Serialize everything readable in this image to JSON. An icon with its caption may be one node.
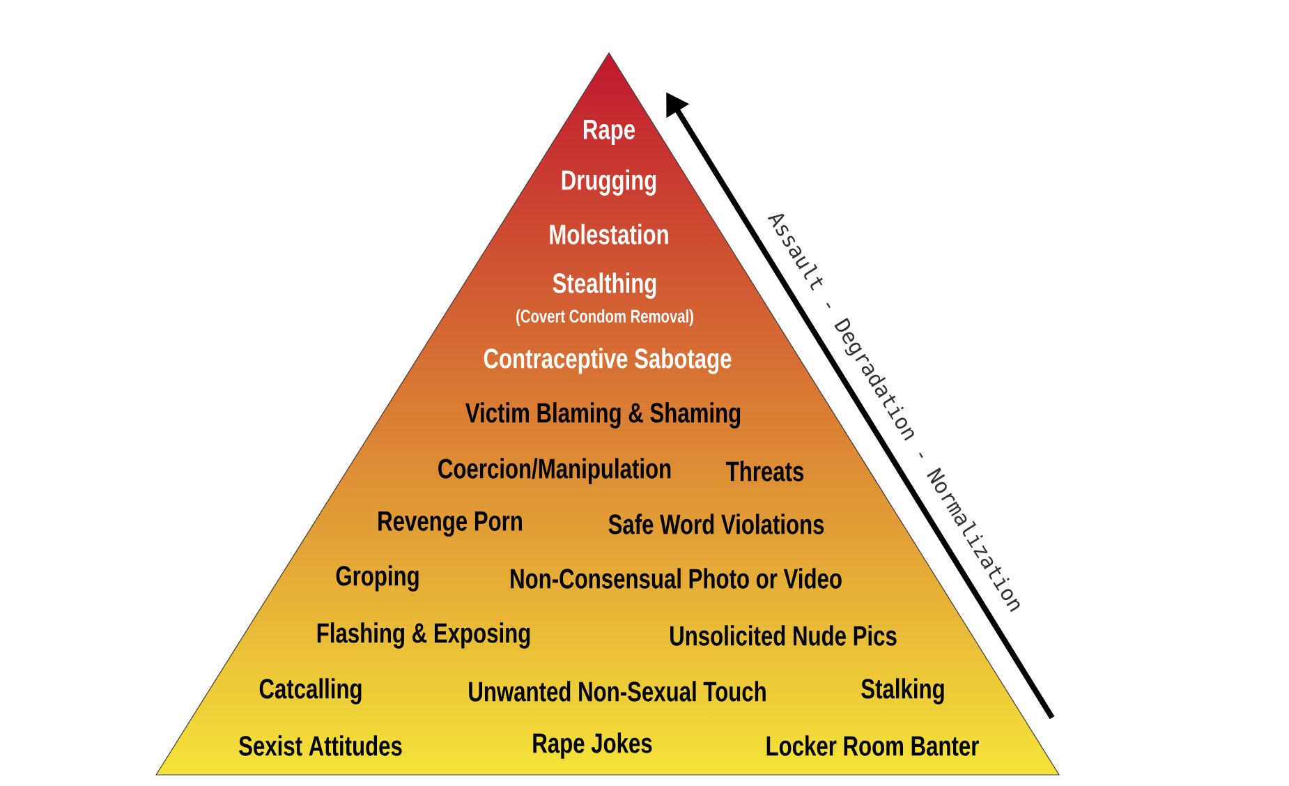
{
  "diagram": {
    "nodes": [
      {
        "text": [
          "Rape",
          "Drugging",
          "Molestation",
          "Stealthing",
          "(Covert Condom Removal)",
          "Contraceptive Sabotage",
          "Victim Blaming & Shaming",
          "Coercion/Manipulation",
          "Threats",
          "Revenge Porn",
          "Safe Word Violations",
          "Groping",
          "Non-Consensual Photo or Video",
          "Flashing & Exposing",
          "Unsolicited Nude Pics",
          "Catcalling",
          "Unwanted Non-Sexual Touch",
          "Stalking",
          "Sexist Attitudes",
          "Rape Jokes",
          "Locker Room Banter"
        ]
      }
    ],
    "labels": [
      "Assault - Degradation - Normalization"
    ]
  }
}
